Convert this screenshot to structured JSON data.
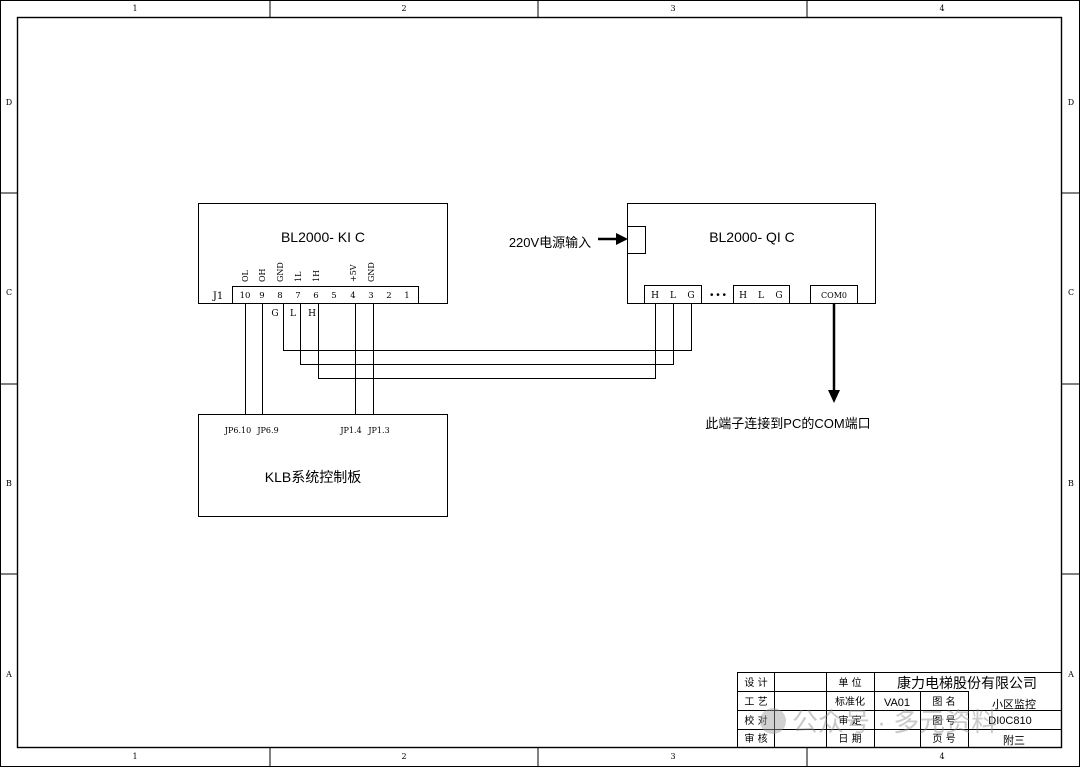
{
  "frame": {
    "col_zones": [
      "1",
      "2",
      "3",
      "4"
    ],
    "row_zones": [
      "D",
      "C",
      "B",
      "A"
    ]
  },
  "kic": {
    "title": "BL2000- KI C",
    "connector": "J1",
    "pin_numbers": [
      "10",
      "9",
      "8",
      "7",
      "6",
      "5",
      "4",
      "3",
      "2",
      "1"
    ],
    "pin_signals": [
      "OL",
      "OH",
      "GND",
      "1L",
      "1H",
      "",
      "+5V",
      "GND",
      "",
      ""
    ],
    "wire_tags": [
      "G",
      "L",
      "H"
    ]
  },
  "qic": {
    "title": "BL2000- QI C",
    "power_input": "220V电源输入",
    "terminal_groups": [
      [
        "H",
        "L",
        "G"
      ],
      [
        "H",
        "L",
        "G"
      ]
    ],
    "ellipsis": "• • •",
    "com_port": "COM0",
    "com_note": "此端子连接到PC的COM端口"
  },
  "klb": {
    "title": "KLB系统控制板",
    "jumpers": [
      "JP6.10",
      "JP6.9",
      "JP1.4",
      "JP1.3"
    ]
  },
  "title_block": {
    "design": "设 计",
    "craft": "工 艺",
    "check": "校 对",
    "audit": "审 核",
    "unit_label": "单 位",
    "company": "康力电梯股份有限公司",
    "std_label": "标准化",
    "std_value": "VA01",
    "drawing_name_label": "图 名",
    "drawing_name": "小区监控",
    "review_label": "审 定",
    "drawing_no_label": "图 号",
    "drawing_no": "DI0C810",
    "date_label": "日 期",
    "page_label": "页 号",
    "page_value": "附三"
  },
  "watermark": "公众号 · 多元资料"
}
